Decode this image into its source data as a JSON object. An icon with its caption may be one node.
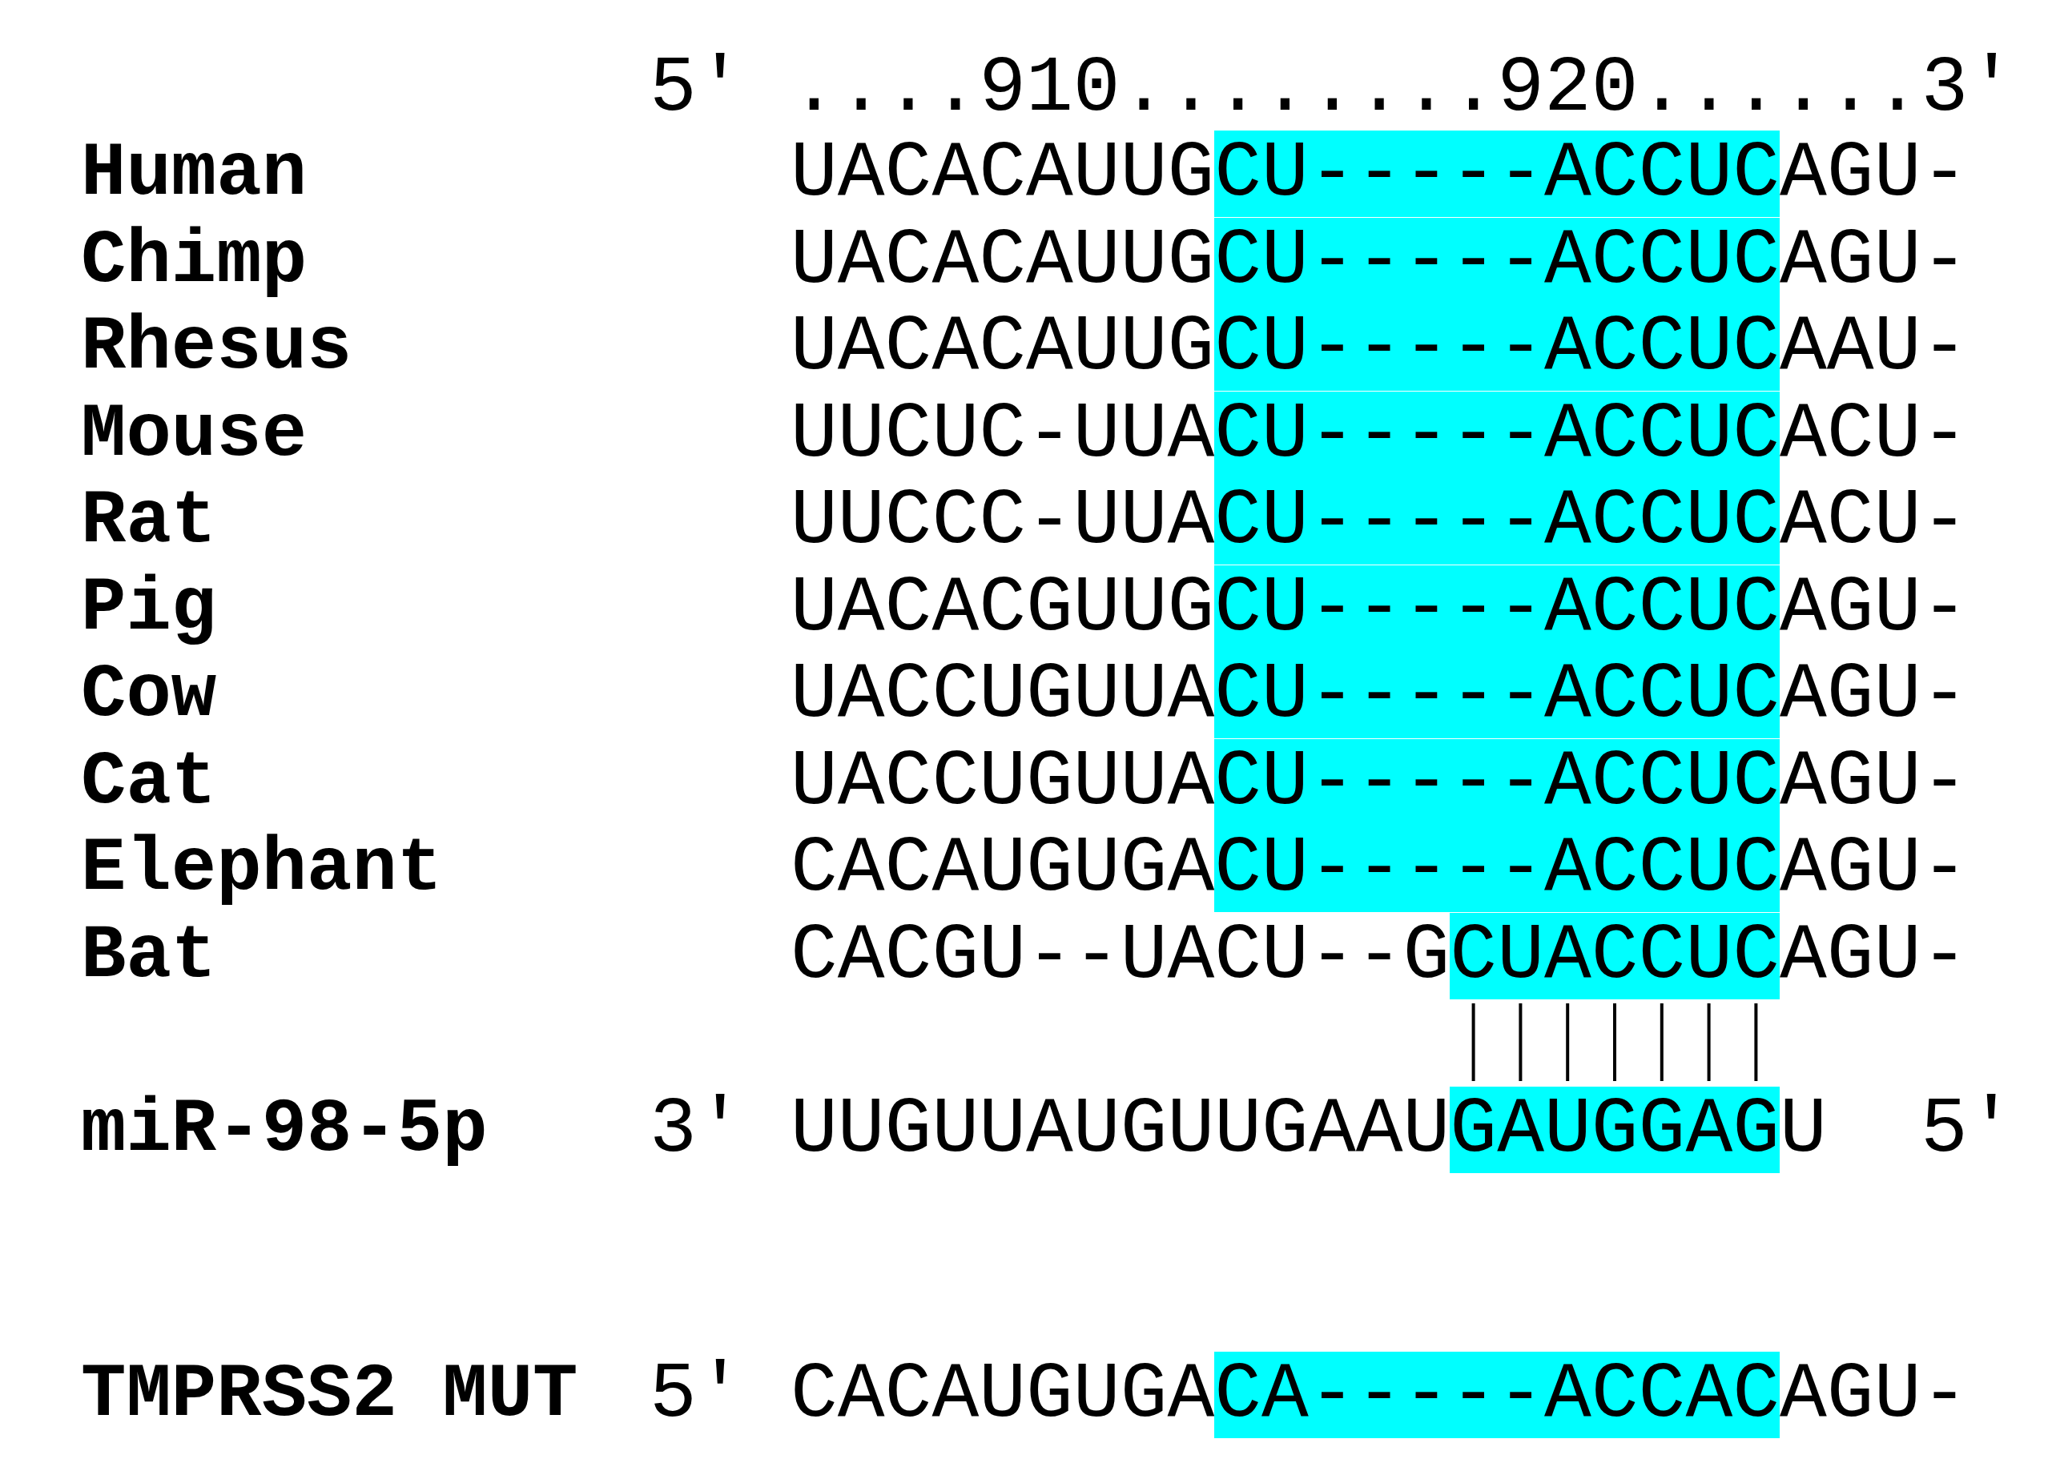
{
  "diagram": {
    "labels": [
      "5′",
      "....910........920......3′",
      "Human",
      "UACACAUUGCU-----ACCUCAGU-",
      "Chimp",
      "UACACAUUGCU-----ACCUCAGU-",
      "Rhesus",
      "UACACAUUGCU-----ACCUCAAU-",
      "Mouse",
      "UUCUC-UUACU-----ACCUCACU-",
      "Rat",
      "UUCCC-UUACU-----ACCUCACU-",
      "Pig",
      "UACACGUUGCU-----ACCUCAGU-",
      "Cow",
      "UACCUGUUACU-----ACCUCAGU-",
      "Cat",
      "UACCUGUUACU-----ACCUCAGU-",
      "Elephant",
      "CACAUGUGACU-----ACCUCAGU-",
      "Bat",
      "CACGU--UACU--GCUACCUCAGU-",
      "miR-98-5p",
      "3′",
      "UUGUUAUGUUGAAUGAUGGAGU",
      "5′",
      "TMPRSS2 MUT",
      "5′",
      "CACAUGUGACA-----ACCACAGU-"
    ]
  }
}
